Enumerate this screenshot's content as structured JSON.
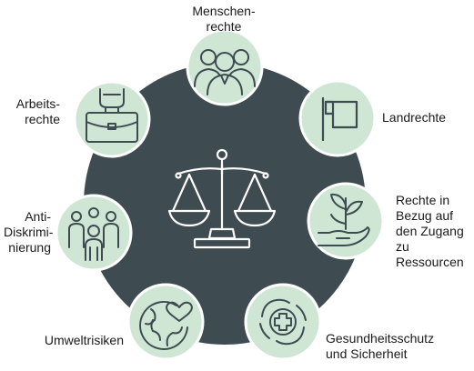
{
  "colors": {
    "center_disc": "#3e4b51",
    "node_fill": "#cfe6d4",
    "node_ring": "#ffffff",
    "icon_stroke": "#3e4b51",
    "scale_stroke": "#ffffff",
    "text": "#1a1a1a",
    "background": "#ffffff"
  },
  "center": {
    "icon": "scales-of-justice-icon"
  },
  "nodes": [
    {
      "id": "menschenrechte",
      "icon": "people-group-icon",
      "label_lines": [
        "Menschen-",
        "rechte"
      ]
    },
    {
      "id": "landrechte",
      "icon": "flag-icon",
      "label_lines": [
        "Landrechte"
      ]
    },
    {
      "id": "ressourcen",
      "icon": "hand-plant-icon",
      "label_lines": [
        "Rechte in",
        "Bezug auf",
        "den Zugang",
        "zu",
        "Ressourcen"
      ]
    },
    {
      "id": "gesundheit",
      "icon": "medical-cross-hands-icon",
      "label_lines": [
        "Gesundheitsschutz",
        "und Sicherheit"
      ]
    },
    {
      "id": "umwelt",
      "icon": "globe-heart-icon",
      "label_lines": [
        "Umweltrisiken"
      ]
    },
    {
      "id": "diskriminierung",
      "icon": "diverse-people-icon",
      "label_lines": [
        "Anti-",
        "Diskrimi-",
        "nierung"
      ]
    },
    {
      "id": "arbeit",
      "icon": "briefcase-hand-icon",
      "label_lines": [
        "Arbeits-",
        "rechte"
      ]
    }
  ]
}
